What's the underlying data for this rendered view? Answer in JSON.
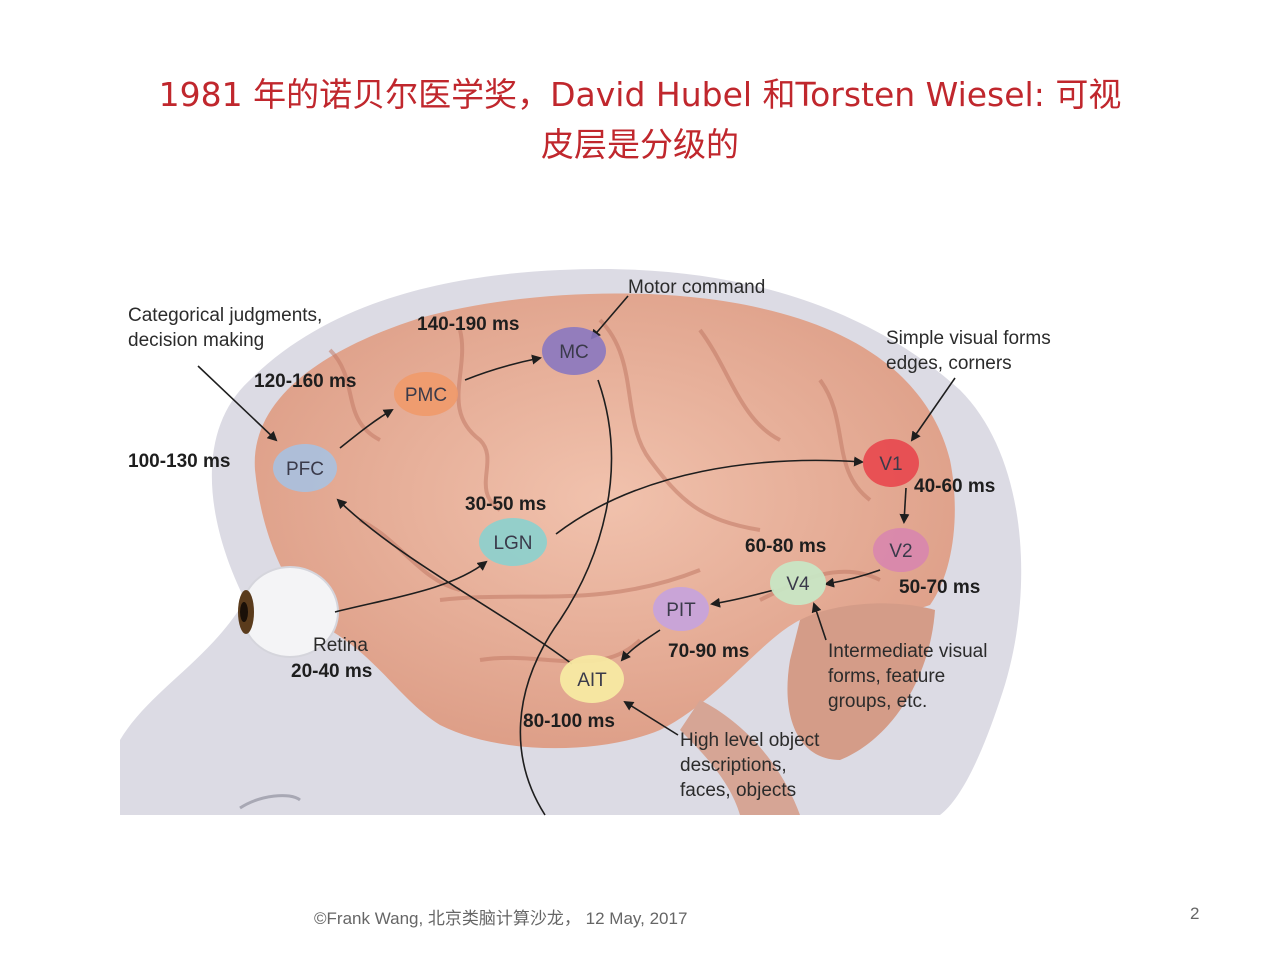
{
  "title": {
    "line1": "1981 年的诺贝尔医学奖，David Hubel 和Torsten Wiesel: 可视",
    "line2": "皮层是分级的"
  },
  "diagram": {
    "nodes": {
      "pfc": "PFC",
      "pmc": "PMC",
      "mc": "MC",
      "lgn": "LGN",
      "v1": "V1",
      "v2": "V2",
      "v4": "V4",
      "pit": "PIT",
      "ait": "AIT"
    },
    "timings": {
      "pfc": "100-130 ms",
      "pmc": "120-160 ms",
      "mc": "140-190 ms",
      "lgn": "30-50 ms",
      "v1": "40-60 ms",
      "v2": "50-70 ms",
      "v4": "60-80 ms",
      "pit": "70-90 ms",
      "ait": "80-100 ms",
      "retina": "20-40 ms"
    },
    "labels": {
      "retina": "Retina",
      "motor": "Motor command",
      "categorical_1": "Categorical judgments,",
      "categorical_2": "decision making",
      "simple_1": "Simple visual forms",
      "simple_2": "edges, corners",
      "intermediate_1": "Intermediate visual",
      "intermediate_2": "forms, feature",
      "intermediate_3": "groups, etc.",
      "high_1": "High level object",
      "high_2": "descriptions,",
      "high_3": "faces, objects"
    },
    "colors": {
      "pfc": "#a9c1e0",
      "pmc": "#ef9a6a",
      "mc": "#8a78c0",
      "lgn": "#8fd0cc",
      "v1": "#e8474e",
      "v2": "#d886ae",
      "v4": "#c8e6c4",
      "pit": "#c7a3da",
      "ait": "#f7e9a2"
    }
  },
  "footer": {
    "credit": "©Frank Wang, 北京类脑计算沙龙， 12 May, 2017",
    "page": "2"
  }
}
